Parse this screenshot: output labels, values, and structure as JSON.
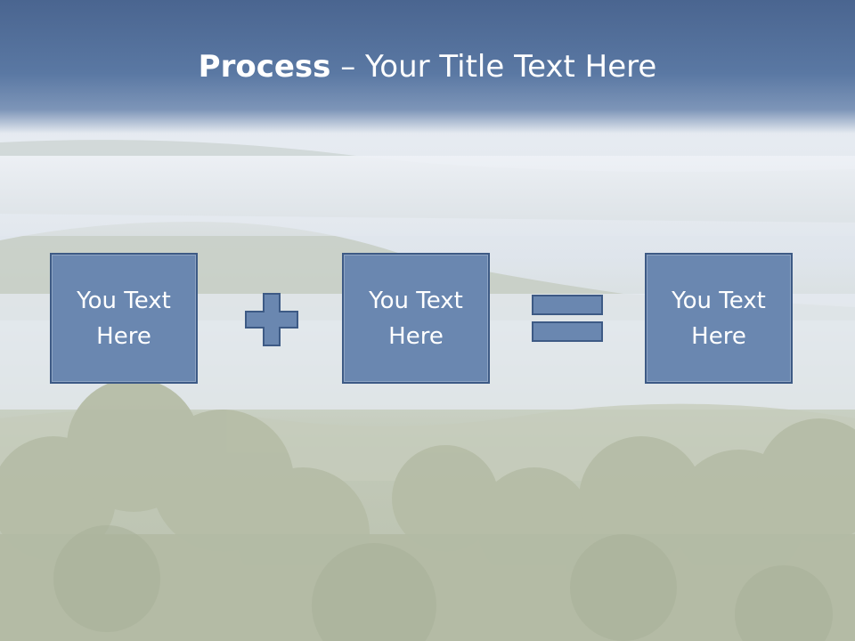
{
  "title": {
    "bold": "Process",
    "separator": " – ",
    "rest": "Your Title Text Here"
  },
  "boxes": [
    {
      "text": "You Text Here"
    },
    {
      "text": "You Text Here"
    },
    {
      "text": "You Text Here"
    }
  ],
  "operators": [
    "plus-icon",
    "equals-icon"
  ],
  "colors": {
    "title_bar": "#5a78a3",
    "box_fill": "#6a87b0",
    "box_border": "#3d5a85",
    "text": "#ffffff"
  }
}
